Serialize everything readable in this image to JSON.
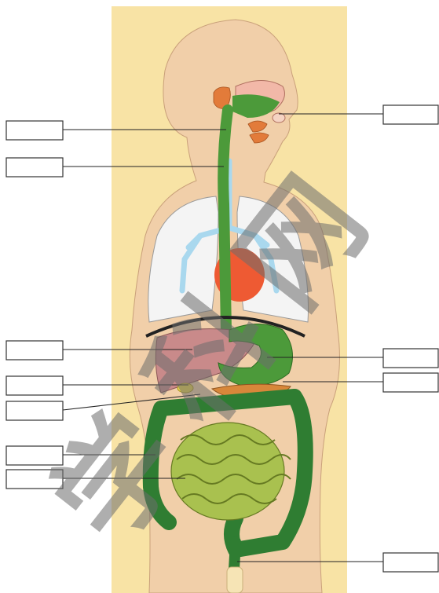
{
  "diagram": {
    "labels": [
      {
        "id": "left-1",
        "text": ""
      },
      {
        "id": "left-2",
        "text": ""
      },
      {
        "id": "left-3",
        "text": ""
      },
      {
        "id": "left-4",
        "text": ""
      },
      {
        "id": "left-5",
        "text": ""
      },
      {
        "id": "left-6",
        "text": ""
      },
      {
        "id": "left-7",
        "text": ""
      },
      {
        "id": "right-1",
        "text": ""
      },
      {
        "id": "right-2",
        "text": ""
      },
      {
        "id": "right-3",
        "text": ""
      },
      {
        "id": "right-4",
        "text": ""
      }
    ],
    "watermark": "学科网"
  },
  "colors": {
    "panel": "#f8e3a5",
    "skin": "#f1cfa9",
    "tract_green": "#4c9a3a",
    "colon_green": "#2f7d32",
    "small_intestine": "#a9c14f",
    "liver": "#c98a8a",
    "heart": "#ee5a33",
    "salivary": "#e27b3a",
    "lungs": "#f4f4f4",
    "airway": "#a9d8ee",
    "watermark": "#6d6d6d"
  }
}
